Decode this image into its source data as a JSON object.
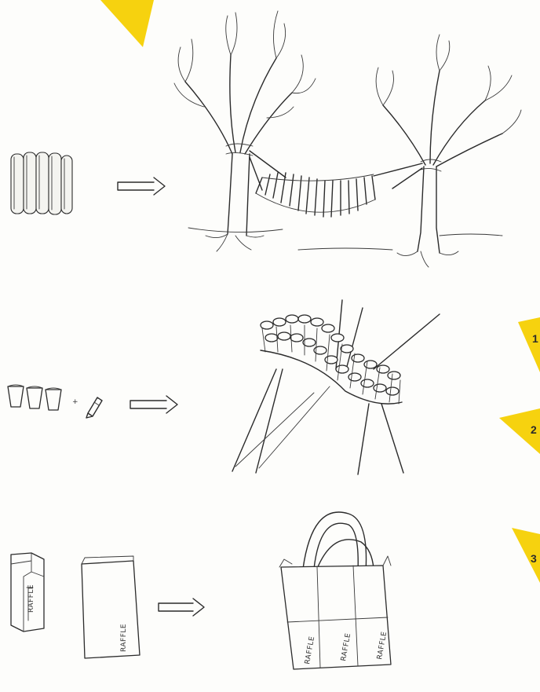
{
  "panels": [
    {
      "id": "hammock",
      "plus": "",
      "label": ""
    },
    {
      "id": "cup-chair",
      "plus": "+",
      "label": ""
    },
    {
      "id": "bag",
      "plus": "",
      "label": ""
    }
  ],
  "markers": [
    {
      "id": "corner",
      "label": ""
    },
    {
      "id": "m1",
      "label": "1"
    },
    {
      "id": "m2",
      "label": "2"
    },
    {
      "id": "m3",
      "label": "3"
    }
  ],
  "bag_print": "RAFFLE",
  "colors": {
    "accent": "#f6d20f",
    "ink": "#2b2b2b",
    "paper": "#fdfdfb"
  }
}
